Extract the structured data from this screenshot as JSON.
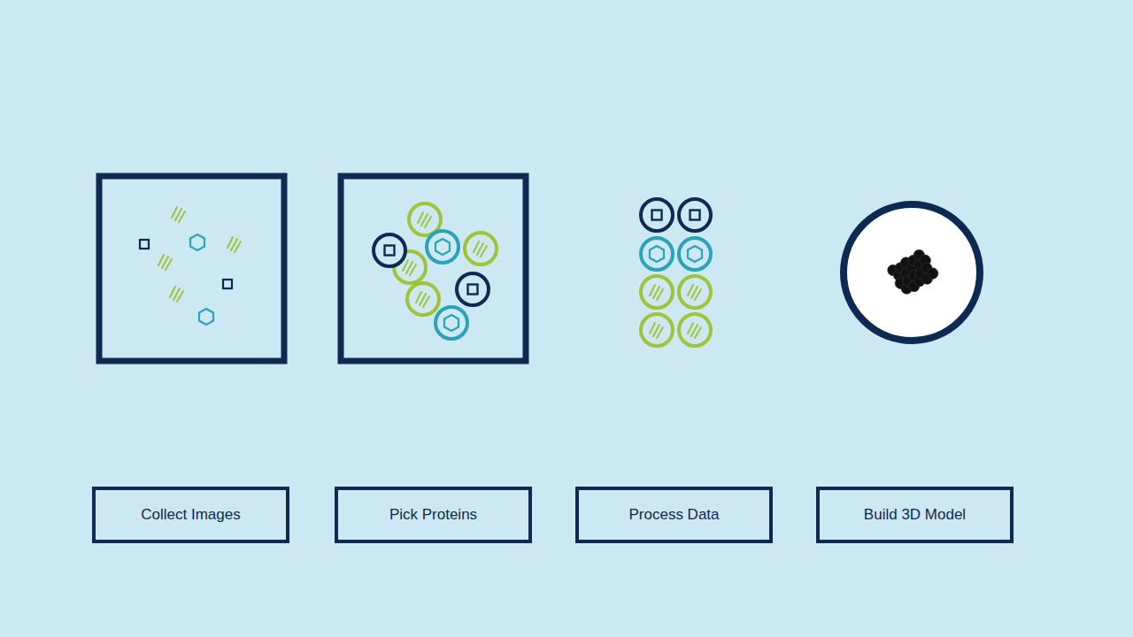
{
  "diagram": {
    "nodes": [
      {
        "text": [
          "Collect Images"
        ]
      },
      {
        "text": [
          "Pick Proteins"
        ]
      },
      {
        "text": [
          "Process Data"
        ]
      },
      {
        "text": [
          "Build 3D Model"
        ]
      }
    ]
  }
}
